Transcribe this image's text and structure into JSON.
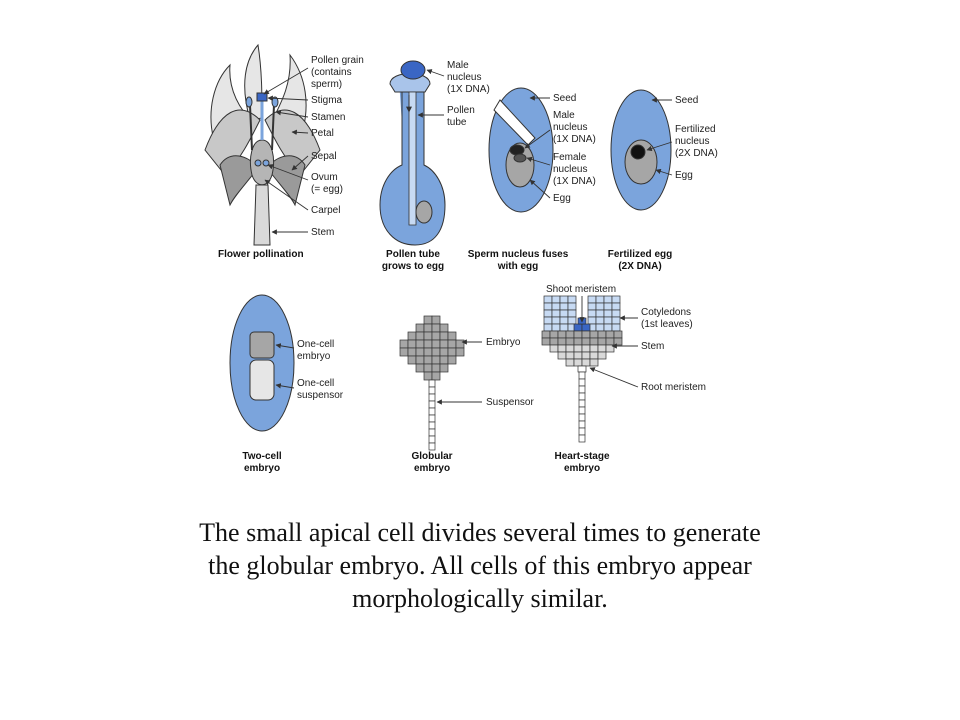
{
  "colors": {
    "blue": "#7ba4dc",
    "dark_blue": "#3a66c4",
    "light_blue": "#c7daf3",
    "gray": "#a6a6a6",
    "light_gray": "#d9d9d9",
    "line": "#333333"
  },
  "panels": {
    "flower": {
      "caption": "Flower pollination",
      "labels": {
        "pollen": [
          "Pollen grain",
          "(contains",
          "sperm)"
        ],
        "stigma": "Stigma",
        "stamen": "Stamen",
        "petal": "Petal",
        "sepal": "Sepal",
        "ovum": [
          "Ovum",
          "(= egg)"
        ],
        "carpel": "Carpel",
        "stem": "Stem"
      }
    },
    "pollen_tube": {
      "caption": [
        "Pollen tube",
        "grows to egg"
      ],
      "labels": {
        "male": [
          "Male",
          "nucleus",
          "(1X DNA)"
        ],
        "tube": [
          "Pollen",
          "tube"
        ]
      }
    },
    "fusion": {
      "caption": [
        "Sperm nucleus fuses",
        "with egg"
      ],
      "labels": {
        "seed": "Seed",
        "male": [
          "Male",
          "nucleus",
          "(1X DNA)"
        ],
        "female": [
          "Female",
          "nucleus",
          "(1X DNA)"
        ],
        "egg": "Egg"
      }
    },
    "fertilized": {
      "caption": [
        "Fertilized egg",
        "(2X DNA)"
      ],
      "labels": {
        "seed": "Seed",
        "nucleus": [
          "Fertilized",
          "nucleus",
          "(2X DNA)"
        ],
        "egg": "Egg"
      }
    },
    "two_cell": {
      "caption": [
        "Two-cell",
        "embryo"
      ],
      "labels": {
        "embryo": [
          "One-cell",
          "embryo"
        ],
        "suspensor": [
          "One-cell",
          "suspensor"
        ]
      }
    },
    "globular": {
      "caption": [
        "Globular",
        "embryo"
      ],
      "labels": {
        "embryo": "Embryo",
        "suspensor": "Suspensor"
      }
    },
    "heart": {
      "caption": [
        "Heart-stage",
        "embryo"
      ],
      "labels": {
        "shoot": "Shoot meristem",
        "cotyledons": [
          "Cotyledons",
          "(1st leaves)"
        ],
        "stem": "Stem",
        "root": "Root meristem"
      }
    }
  },
  "caption": {
    "line1": "The small apical cell divides several times to generate",
    "line2": "the globular embryo.  All cells of this embryo appear",
    "line3": "morphologically similar."
  }
}
